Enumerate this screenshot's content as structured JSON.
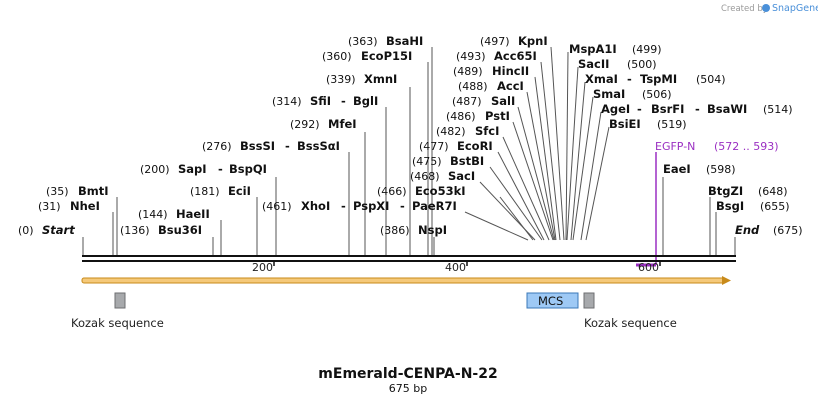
{
  "credit": {
    "text": "Created by",
    "brand": "SnapGene"
  },
  "plasmid": {
    "name": "mEmerald-CENPA-N-22",
    "length_label": "675 bp",
    "length": 675
  },
  "ends": {
    "start": {
      "pos": "(0)",
      "name": "Start"
    },
    "end": {
      "pos": "(675)",
      "name": "End"
    }
  },
  "ticks": [
    "200",
    "400",
    "600"
  ],
  "sites": [
    {
      "pos": "(31)",
      "name": "NheI",
      "bp": 31
    },
    {
      "pos": "(35)",
      "name": "BmtI",
      "bp": 35
    },
    {
      "pos": "(136)",
      "name": "Bsu36I",
      "bp": 136
    },
    {
      "pos": "(144)",
      "name": "HaeII",
      "bp": 144
    },
    {
      "pos": "(181)",
      "name": "EciI",
      "bp": 181
    },
    {
      "pos": "(200)",
      "name": "SapI",
      "name2": "BspQI",
      "bp": 200
    },
    {
      "pos": "(276)",
      "name": "BssSI",
      "name2": "BssSαI",
      "bp": 276
    },
    {
      "pos": "(292)",
      "name": "MfeI",
      "bp": 292
    },
    {
      "pos": "(314)",
      "name": "SfiI",
      "name2": "BglI",
      "bp": 314
    },
    {
      "pos": "(339)",
      "name": "XmnI",
      "bp": 339
    },
    {
      "pos": "(360)",
      "name": "EcoP15I",
      "bp": 360
    },
    {
      "pos": "(363)",
      "name": "BsaHI",
      "bp": 363
    },
    {
      "pos": "(386)",
      "name": "NspI",
      "bp": 386
    },
    {
      "pos": "(461)",
      "name": "XhoI",
      "name2": "PspXI",
      "name3": "PaeR7I",
      "bp": 461
    },
    {
      "pos": "(466)",
      "name": "Eco53kI",
      "bp": 466
    },
    {
      "pos": "(468)",
      "name": "SacI",
      "bp": 468
    },
    {
      "pos": "(475)",
      "name": "BstBI",
      "bp": 475
    },
    {
      "pos": "(477)",
      "name": "EcoRI",
      "bp": 477
    },
    {
      "pos": "(482)",
      "name": "SfcI",
      "bp": 482
    },
    {
      "pos": "(486)",
      "name": "PstI",
      "bp": 486
    },
    {
      "pos": "(487)",
      "name": "SalI",
      "bp": 487
    },
    {
      "pos": "(488)",
      "name": "AccI",
      "bp": 488
    },
    {
      "pos": "(489)",
      "name": "HincII",
      "bp": 489
    },
    {
      "pos": "(493)",
      "name": "Acc65I",
      "bp": 493
    },
    {
      "pos": "(497)",
      "name": "KpnI",
      "bp": 497
    },
    {
      "pos": "(499)",
      "name": "MspA1I",
      "bp": 499
    },
    {
      "pos": "(500)",
      "name": "SacII",
      "bp": 500
    },
    {
      "pos": "(504)",
      "name": "XmaI",
      "name2": "TspMI",
      "bp": 504
    },
    {
      "pos": "(506)",
      "name": "SmaI",
      "bp": 506
    },
    {
      "pos": "(514)",
      "name": "AgeI",
      "name2": "BsrFI",
      "name3": "BsaWI",
      "bp": 514
    },
    {
      "pos": "(519)",
      "name": "BsiEI",
      "bp": 519
    },
    {
      "pos": "(598)",
      "name": "EaeI",
      "bp": 598
    },
    {
      "pos": "(648)",
      "name": "BtgZI",
      "bp": 648
    },
    {
      "pos": "(655)",
      "name": "BsgI",
      "bp": 655
    }
  ],
  "egfp": {
    "name": "EGFP-N",
    "range": "(572 .. 593)",
    "start": 572,
    "end": 593
  },
  "features": {
    "kozak1": {
      "label": "Kozak sequence"
    },
    "kozak2": {
      "label": "Kozak sequence"
    },
    "mcs": {
      "label": "MCS"
    }
  },
  "colors": {
    "backbone": "#111111",
    "arrow_fill": "#f5c97a",
    "arrow_stroke": "#c88a1a",
    "kozak": "#a7a9ac",
    "mcs": "#9ec9f5",
    "egfp": "#9a2fc2",
    "brand": "#4a90d9"
  }
}
